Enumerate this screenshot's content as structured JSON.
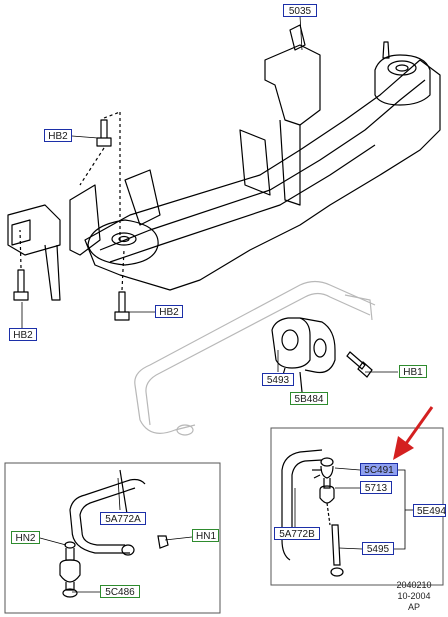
{
  "colors": {
    "callout_blue": "#1c2fa8",
    "callout_green": "#2e8b2e",
    "highlight": "#8fa0f0",
    "arrow_red": "#d42020"
  },
  "callouts": {
    "c5035": "5035",
    "hb2_top": "HB2",
    "hb2_left": "HB2",
    "hb2_mid": "HB2",
    "c5493": "5493",
    "c5b484": "5B484",
    "hb1": "HB1",
    "c5a772a": "5A772A",
    "hn2": "HN2",
    "hn1": "HN1",
    "c5c486": "5C486",
    "c5c491": "5C491",
    "c5713": "5713",
    "c5e494": "5E494",
    "c5a772b": "5A772B",
    "c5495": "5495"
  },
  "footer": {
    "line1": "2040210",
    "line2": "10-2004",
    "line3": "AP"
  }
}
